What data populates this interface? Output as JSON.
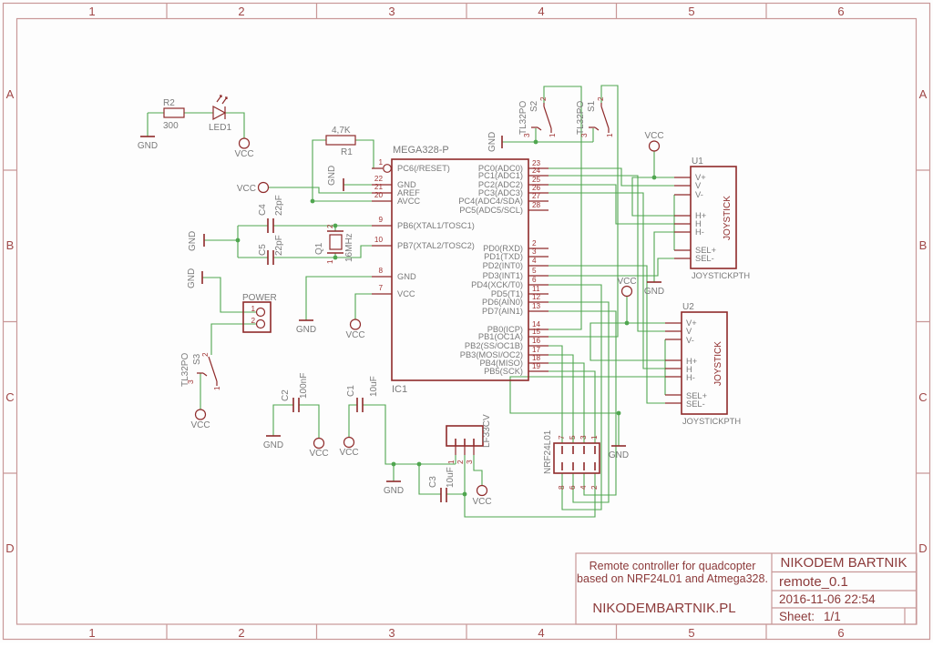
{
  "frame": {
    "columns": [
      "1",
      "2",
      "3",
      "4",
      "5",
      "6"
    ],
    "rows": [
      "A",
      "B",
      "C",
      "D"
    ]
  },
  "title_block": {
    "description_line1": "Remote controller for quadcopter",
    "description_line2": "based on NRF24L01 and Atmega328.",
    "website": "NIKODEMBARTNIK.PL",
    "author": "NIKODEM BARTNIK",
    "project": "remote_0.1",
    "datetime": "2016-11-06 22:54",
    "sheet_label": "Sheet:",
    "sheet_value": "1/1"
  },
  "net_labels": {
    "vcc": "VCC",
    "gnd": "GND"
  },
  "ic1": {
    "name": "MEGA328-P",
    "ref": "IC1",
    "left_pins": [
      {
        "num": "1",
        "name": "PC6(/RESET)"
      },
      {
        "num": "22",
        "name": "GND"
      },
      {
        "num": "21",
        "name": "AREF"
      },
      {
        "num": "20",
        "name": "AVCC"
      },
      {
        "num": "9",
        "name": "PB6(XTAL1/TOSC1)"
      },
      {
        "num": "10",
        "name": "PB7(XTAL2/TOSC2)"
      },
      {
        "num": "8",
        "name": "GND"
      },
      {
        "num": "7",
        "name": "VCC"
      }
    ],
    "right_pins": [
      {
        "num": "23",
        "name": "PC0(ADC0)"
      },
      {
        "num": "24",
        "name": "PC1(ADC1)"
      },
      {
        "num": "25",
        "name": "PC2(ADC2)"
      },
      {
        "num": "26",
        "name": "PC3(ADC3)"
      },
      {
        "num": "27",
        "name": "PC4(ADC4/SDA)"
      },
      {
        "num": "28",
        "name": "PC5(ADC5/SCL)"
      },
      {
        "num": "2",
        "name": "PD0(RXD)"
      },
      {
        "num": "3",
        "name": "PD1(TXD)"
      },
      {
        "num": "4",
        "name": "PD2(INT0)"
      },
      {
        "num": "5",
        "name": "PD3(INT1)"
      },
      {
        "num": "6",
        "name": "PD4(XCK/T0)"
      },
      {
        "num": "11",
        "name": "PD5(T1)"
      },
      {
        "num": "12",
        "name": "PD6(AIN0)"
      },
      {
        "num": "13",
        "name": "PD7(AIN1)"
      },
      {
        "num": "14",
        "name": "PB0(ICP)"
      },
      {
        "num": "15",
        "name": "PB1(OC1A)"
      },
      {
        "num": "16",
        "name": "PB2(SS/OC1B)"
      },
      {
        "num": "17",
        "name": "PB3(MOSI/OC2)"
      },
      {
        "num": "18",
        "name": "PB4(MISO)"
      },
      {
        "num": "19",
        "name": "PB5(SCK)"
      }
    ]
  },
  "resistors": {
    "r1": {
      "ref": "R1",
      "value": "4,7K"
    },
    "r2": {
      "ref": "R2",
      "value": "300"
    }
  },
  "capacitors": {
    "c1": {
      "ref": "C1",
      "value": "10uF"
    },
    "c2": {
      "ref": "C2",
      "value": "100nF"
    },
    "c3": {
      "ref": "C3",
      "value": "10uF"
    },
    "c4": {
      "ref": "C4",
      "value": "22pF"
    },
    "c5": {
      "ref": "C5",
      "value": "22pF"
    }
  },
  "crystal": {
    "ref": "Q1",
    "value": "16MHz",
    "pin_top": "2",
    "pin_bottom": "1"
  },
  "led": {
    "ref": "LED1"
  },
  "regulator": {
    "name": "LF33CV",
    "pin1": "1",
    "pin2": "2",
    "pin3": "3"
  },
  "power_conn": {
    "label": "POWER",
    "pin1": "1",
    "pin2": "2"
  },
  "switches": {
    "s1": {
      "type": "TL32PO",
      "ref": "S1",
      "pin1": "1",
      "pin2": "2",
      "pin3": "3"
    },
    "s2": {
      "type": "TL32PO",
      "ref": "S2",
      "pin1": "1",
      "pin2": "2",
      "pin3": "3"
    },
    "s3": {
      "type": "TL32PO",
      "ref": "S3",
      "pin1": "1",
      "pin2": "2",
      "pin3": "3"
    }
  },
  "joysticks": {
    "u1": {
      "ref": "U1",
      "part": "JOYSTICK",
      "footprint": "JOYSTICKPTH",
      "pins": [
        "V+",
        "V",
        "V-",
        "H+",
        "H",
        "H-",
        "SEL+",
        "SEL-"
      ]
    },
    "u2": {
      "ref": "U2",
      "part": "JOYSTICK",
      "footprint": "JOYSTICKPTH",
      "pins": [
        "V+",
        "V",
        "V-",
        "H+",
        "H",
        "H-",
        "SEL+",
        "SEL-"
      ]
    }
  },
  "nrf": {
    "ref": "NRF24L01",
    "top_pins": [
      "7",
      "5",
      "3",
      "1"
    ],
    "bottom_pins": [
      "8",
      "6",
      "4",
      "2"
    ]
  },
  "colors": {
    "wire": "#4FA64F",
    "component": "#8F2B2B",
    "frame": "#C89898",
    "title_text": "#8C3A3A"
  }
}
